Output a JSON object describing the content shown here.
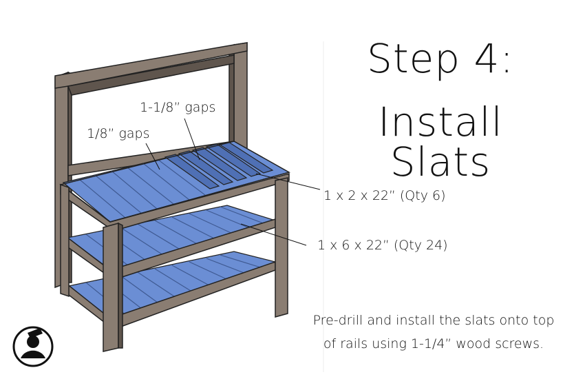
{
  "title": {
    "line1": "Step 4:",
    "line2": "Install Slats"
  },
  "labels": {
    "gaps_wide": "1-1/8” gaps",
    "gaps_narrow": "1/8” gaps",
    "slat_1x2": "1 x 2 x 22” (Qty 6)",
    "slat_1x6": "1 x 6 x 22” (Qty 24)"
  },
  "instructions": {
    "line1": "Pre-drill and install the slats onto top",
    "line2": "of rails using 1-1/4” wood screws."
  },
  "colors": {
    "wood": "#8a7d72",
    "wood_dark": "#5f554d",
    "slat_blue": "#6b8ed4",
    "slat_blue_dark": "#4f70b5",
    "outline": "#222222"
  }
}
